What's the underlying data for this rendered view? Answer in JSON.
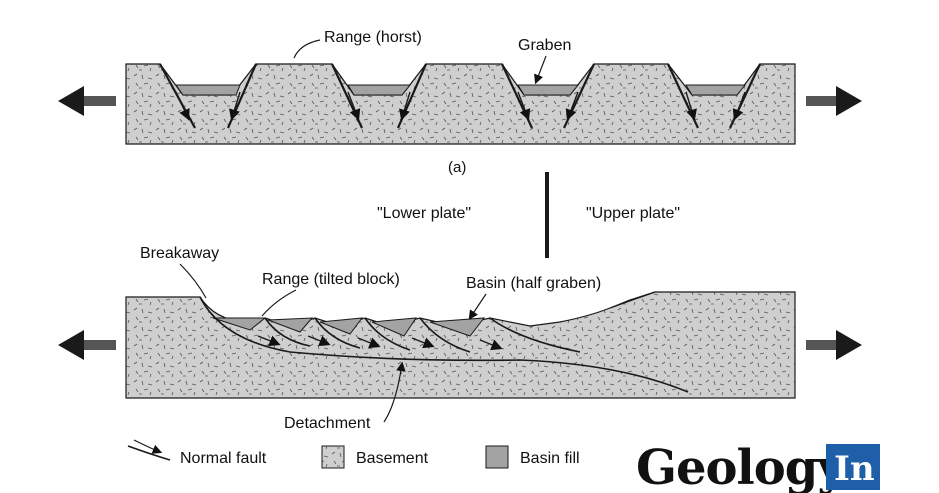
{
  "diagram": {
    "top_section": {
      "label_range": "Range (horst)",
      "label_graben": "Graben",
      "caption": "(a)"
    },
    "middle": {
      "lower_plate": "\"Lower plate\"",
      "upper_plate": "\"Upper plate\""
    },
    "bottom_section": {
      "label_breakaway": "Breakaway",
      "label_range": "Range (tilted block)",
      "label_basin": "Basin (half graben)",
      "label_detachment": "Detachment"
    },
    "legend": {
      "normal_fault": "Normal fault",
      "basement": "Basement",
      "basin_fill": "Basin fill"
    },
    "colors": {
      "basement": "#cfcfcf",
      "basin_fill": "#a3a3a3",
      "line": "#1a1a1a",
      "logo_blue": "#1f5ea8"
    },
    "logo": {
      "text": "Geology",
      "badge": "In"
    }
  }
}
